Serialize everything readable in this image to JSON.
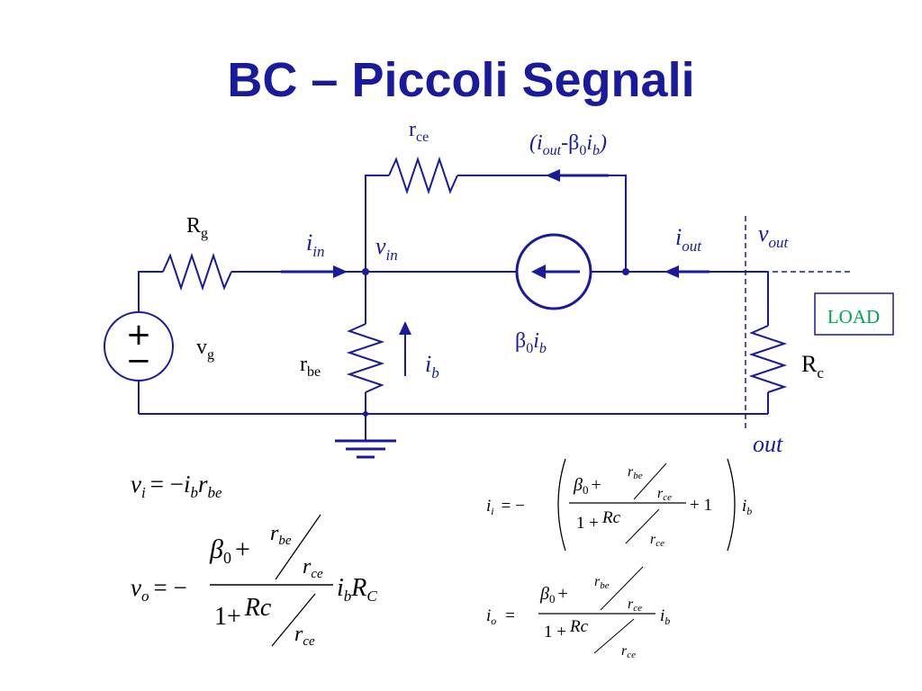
{
  "title": "BC – Piccoli Segnali",
  "colors": {
    "title": "#1a1a9c",
    "wire": "#1a1a9c",
    "load_label": "#00a651"
  },
  "labels": {
    "rce": {
      "main": "r",
      "sub": "ce"
    },
    "iout_minus": {
      "open": "(",
      "i": "i",
      "out": "out",
      "minus": "-",
      "beta": "β",
      "zero": "0",
      "i2": "i",
      "b": "b",
      "close": ")"
    },
    "rg": {
      "main": "R",
      "sub": "g"
    },
    "iin": {
      "main": "i",
      "sub": "in"
    },
    "vin": {
      "main": "v",
      "sub": "in"
    },
    "iout": {
      "main": "i",
      "sub": "out"
    },
    "vout": {
      "main": "v",
      "sub": "out"
    },
    "load": "LOAD",
    "vg": {
      "main": "v",
      "sub": "g"
    },
    "rbe": {
      "main": "r",
      "sub": "be"
    },
    "ib": {
      "main": "i",
      "sub": "b"
    },
    "beta_ib": {
      "beta": "β",
      "zero": "0",
      "i": "i",
      "b": "b"
    },
    "rc": {
      "main": "R",
      "sub": "c"
    },
    "out": "out",
    "plus": "+",
    "minus": "−"
  },
  "equations": {
    "vi": {
      "v": "v",
      "i_sub": "i",
      "eq": "= −",
      "ib": "i",
      "b": "b",
      "r": "r",
      "be": "be"
    },
    "vo": {
      "v": "v",
      "o_sub": "o",
      "eq": "= −",
      "beta": "β",
      "zero": "0",
      "plus": "+",
      "r": "r",
      "be": "be",
      "r2": "r",
      "ce": "ce",
      "one": "1+",
      "Rc": "Rc",
      "r3": "r",
      "ce2": "ce",
      "ib": "i",
      "b": "b",
      "R": "R",
      "C": "C"
    },
    "ii": {
      "i": "i",
      "i_sub": "i",
      "eq": "= −",
      "beta": "β",
      "zero": "0",
      "plus": "+",
      "r": "r",
      "be": "be",
      "r2": "r",
      "ce": "ce",
      "plus1": "+ 1",
      "one": "1 +",
      "Rc": "Rc",
      "r3": "r",
      "ce2": "ce",
      "ib": "i",
      "b": "b"
    },
    "io": {
      "i": "i",
      "o_sub": "o",
      "eq": "=",
      "beta": "β",
      "zero": "0",
      "plus": "+",
      "r": "r",
      "be": "be",
      "r2": "r",
      "ce": "ce",
      "one": "1 +",
      "Rc": "Rc",
      "r3": "r",
      "ce2": "ce",
      "ib": "i",
      "b": "b"
    }
  }
}
